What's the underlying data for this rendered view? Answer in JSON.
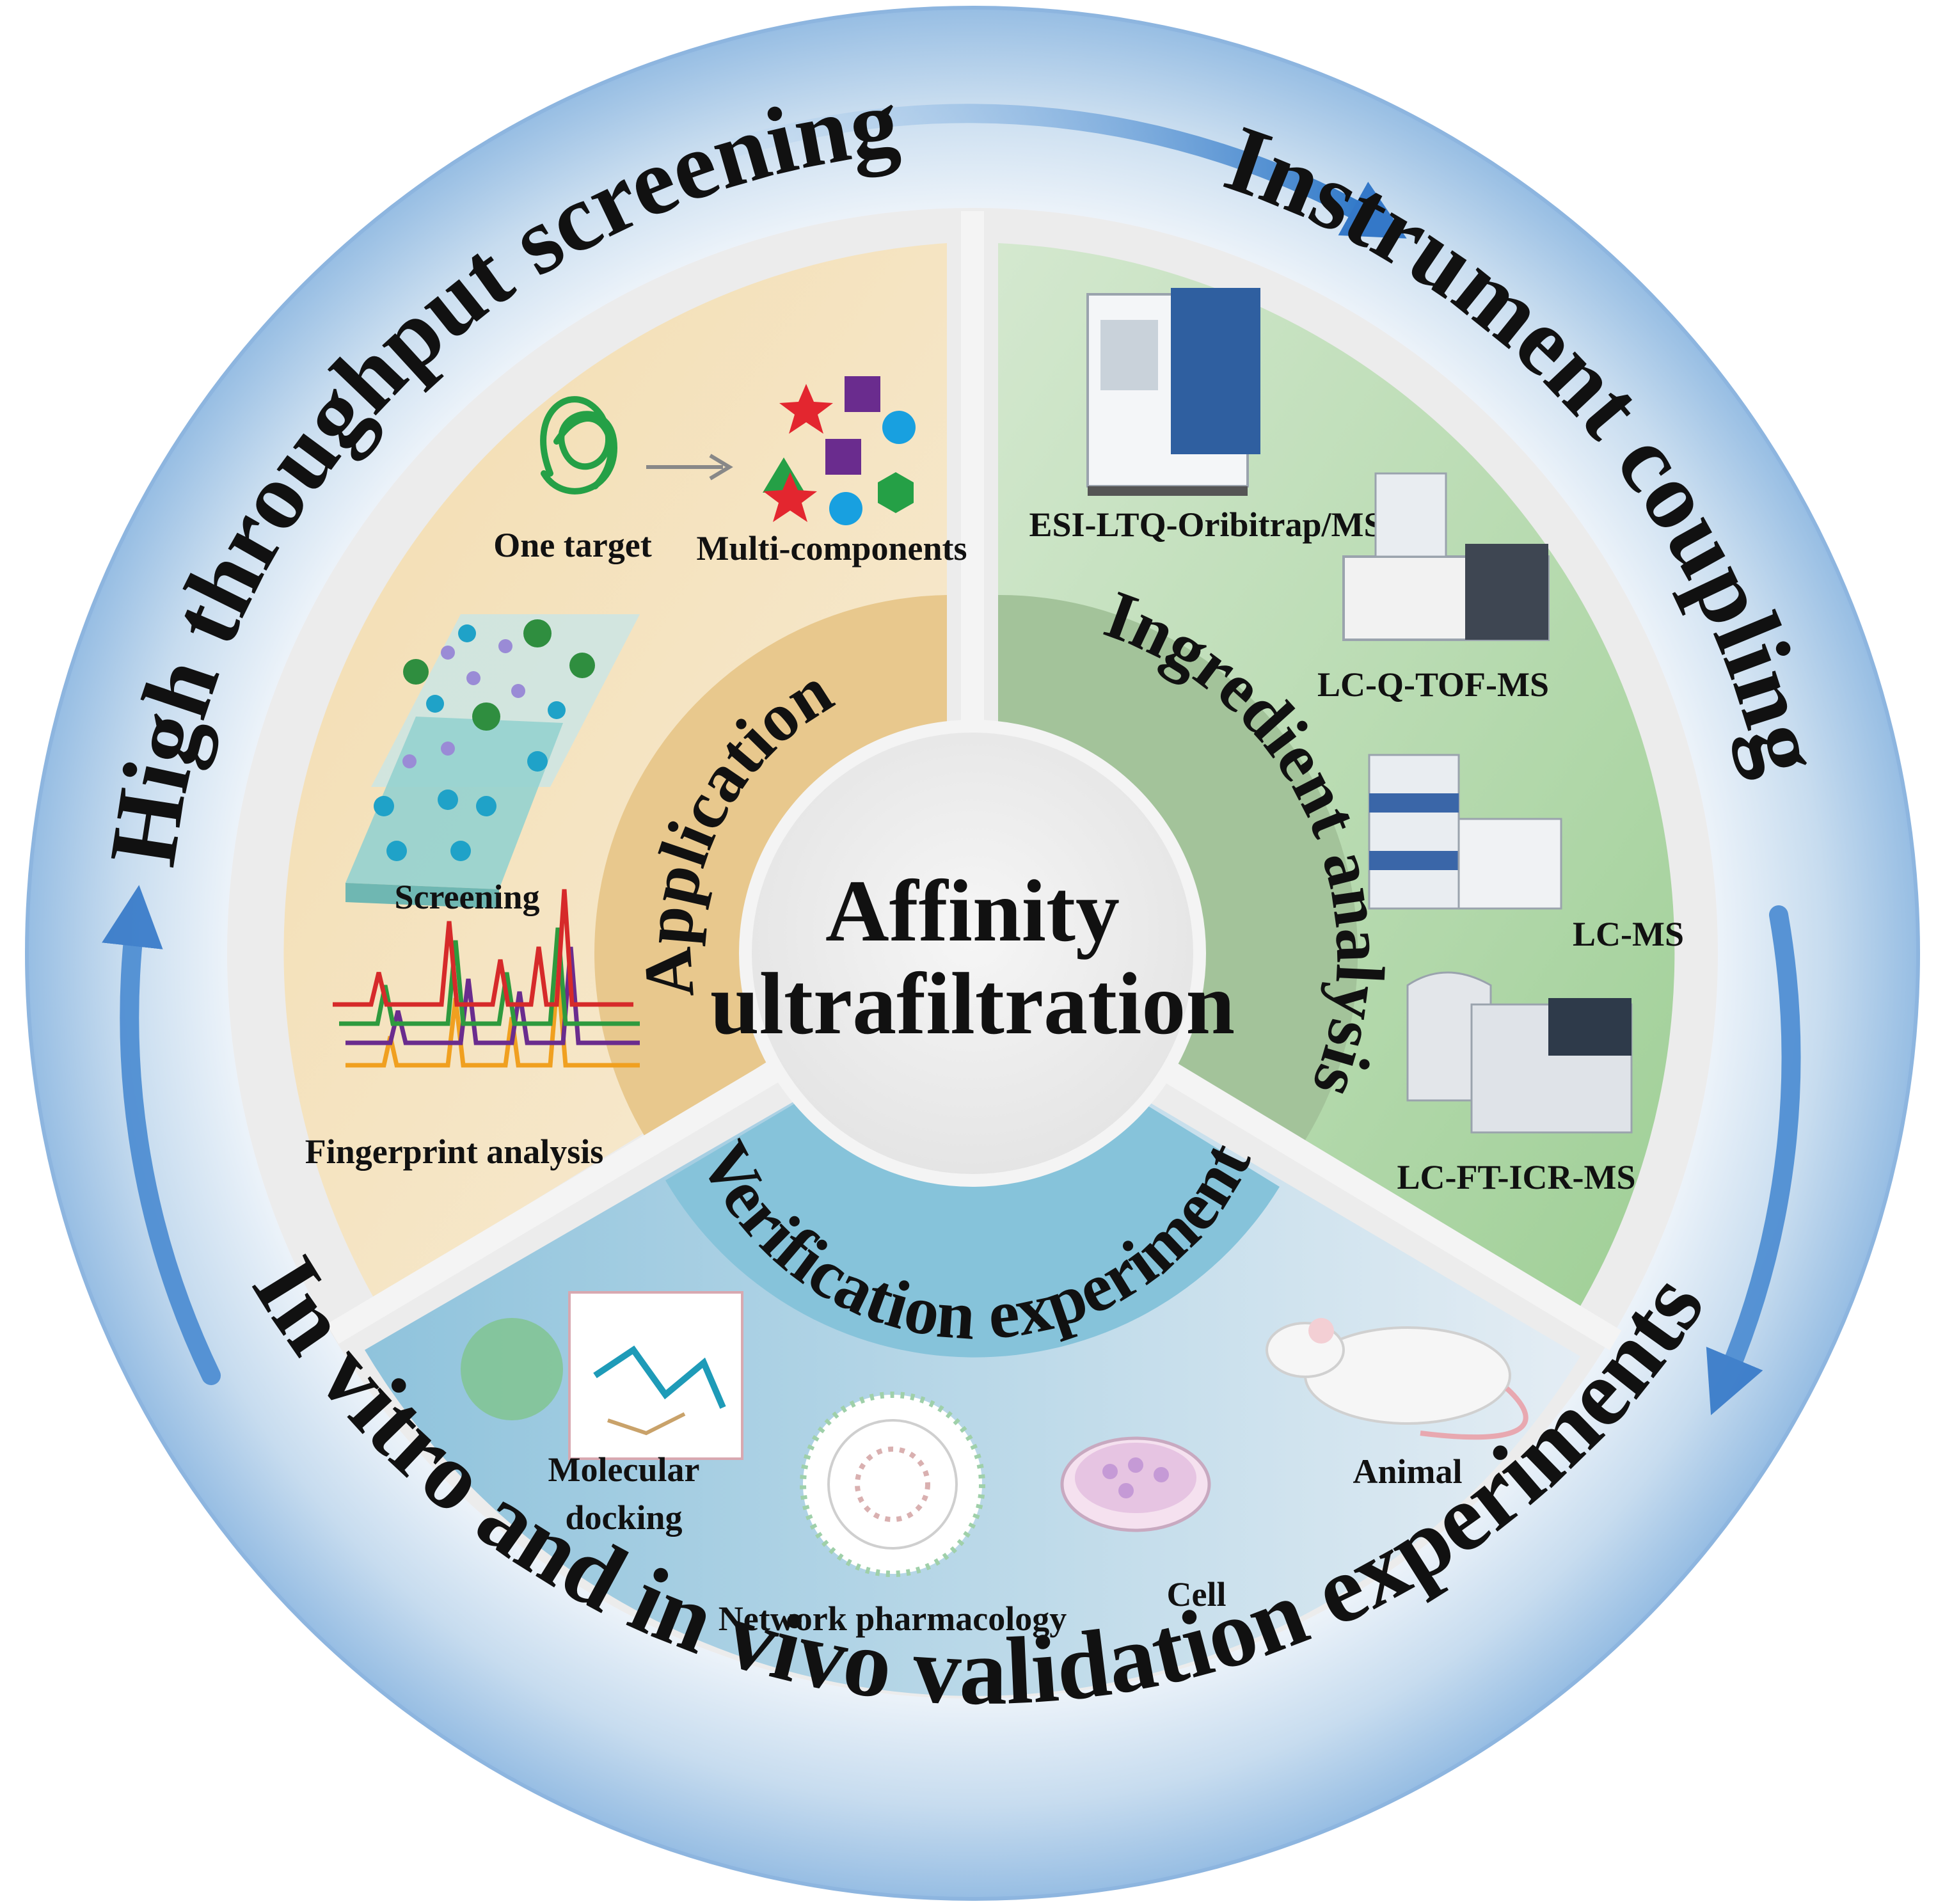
{
  "center": {
    "line1": "Affinity",
    "line2": "ultrafiltration"
  },
  "outer_ring": {
    "top_left": "High throughput screening",
    "top_right": "Instrument coupling",
    "bottom": "In vitro and in vivo validation experiments"
  },
  "inner_ring": {
    "left": "Application",
    "right": "Ingredient analysis",
    "bottom": "Verification experiment"
  },
  "application_panel": {
    "one_target": "One target",
    "multi_components": "Multi-components",
    "screening": "Screening",
    "fingerprint": "Fingerprint analysis"
  },
  "instrument_panel": {
    "items": [
      "ESI-LTQ-Oribitrap/MS",
      "LC-Q-TOF-MS",
      "LC-MS",
      "LC-FT-ICR-MS"
    ]
  },
  "verification_panel": {
    "docking_line1": "Molecular",
    "docking_line2": "docking",
    "network": "Network pharmacology",
    "cell": "Cell",
    "animal": "Animal"
  },
  "colors": {
    "outer_ring": "#a9c7e6",
    "arrow": "#3f84cf",
    "application": "#f0d7a6",
    "application_inner": "#e8c88d",
    "instrument": "#a9d3a1",
    "instrument_inner": "#9bbf93",
    "verification": "#a8cfe0",
    "verification_inner": "#7cbfd8",
    "center": "#eeeeee",
    "separator": "#f2f2f2"
  }
}
